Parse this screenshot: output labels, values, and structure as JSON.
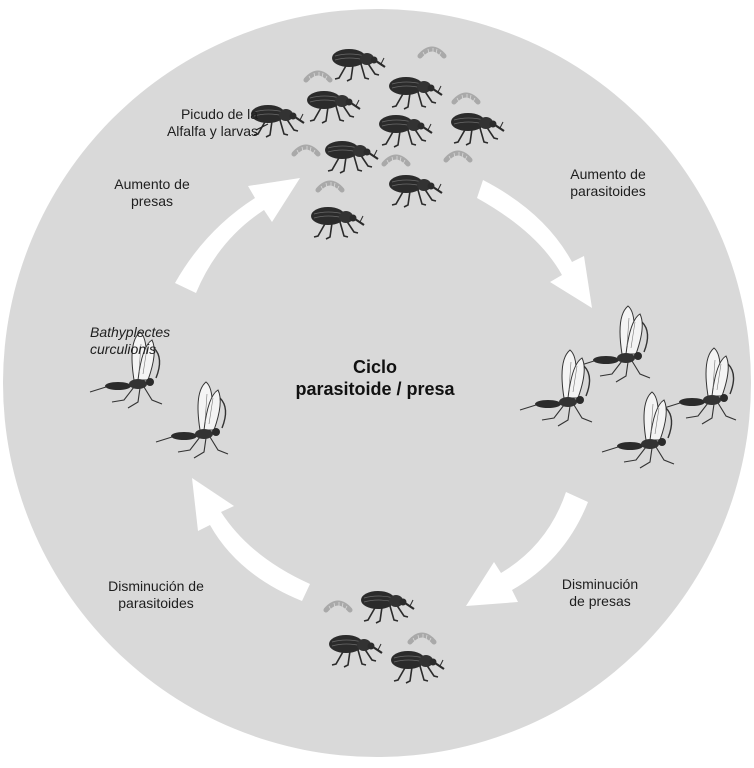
{
  "diagram": {
    "title_line1": "Ciclo",
    "title_line2": "parasitoide / presa",
    "labels": {
      "weevil_line1": "Picudo de la",
      "weevil_line2": "Alfalfa y larvas",
      "prey_increase_line1": "Aumento de",
      "prey_increase_line2": "presas",
      "parasitoid_increase_line1": "Aumento de",
      "parasitoid_increase_line2": "parasitoides",
      "species_line1": "Bathyplectes",
      "species_line2": "curculionis",
      "parasitoid_decrease_line1": "Disminución de",
      "parasitoid_decrease_line2": "parasitoides",
      "prey_decrease_line1": "Disminución",
      "prey_decrease_line2": "de presas"
    },
    "colors": {
      "circle_fill": "#d9d9d9",
      "arrow_fill": "#ffffff",
      "insect_body": "#2b2b2b",
      "larva": "#a9a9a9"
    },
    "icons": [
      "weevil-icon",
      "larva-icon",
      "wasp-icon"
    ]
  }
}
